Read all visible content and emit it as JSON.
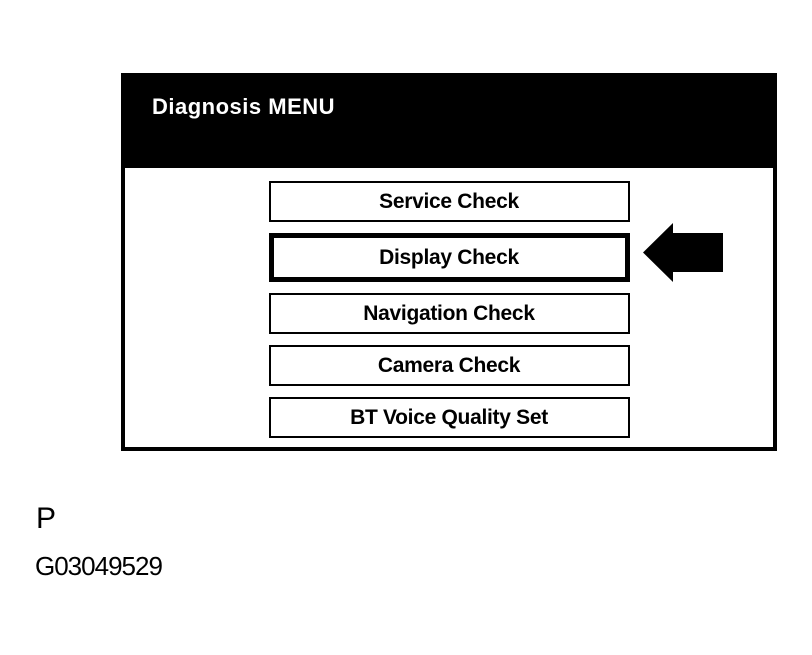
{
  "header": {
    "title": "Diagnosis MENU"
  },
  "menu": {
    "items": [
      {
        "label": "Service Check",
        "selected": false
      },
      {
        "label": "Display Check",
        "selected": true
      },
      {
        "label": "Navigation Check",
        "selected": false
      },
      {
        "label": "Camera Check",
        "selected": false
      },
      {
        "label": "BT Voice Quality Set",
        "selected": false
      }
    ],
    "selected_item": "Display Check"
  },
  "icons": {
    "pointer_arrow": "left-arrow-icon"
  },
  "footer": {
    "page_label": "P",
    "figure_id": "G03049529"
  },
  "colors": {
    "page_background": "#ffffff",
    "panel_border": "#000000",
    "header_background": "#000000",
    "header_text": "#ffffff",
    "button_border": "#000000",
    "button_text": "#000000",
    "arrow_fill": "#000000"
  }
}
